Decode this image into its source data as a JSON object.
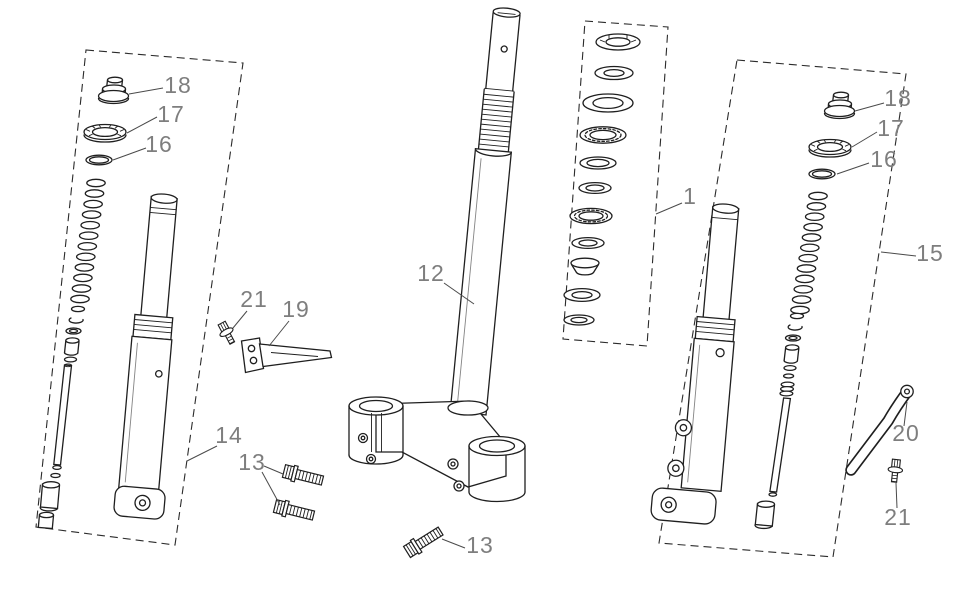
{
  "diagram": {
    "type": "exploded-parts-diagram",
    "colors": {
      "background": "#ffffff",
      "line": "#1f1f1f",
      "label": "#7e7e7e",
      "dash": "#2b2b2b"
    },
    "callouts": [
      {
        "id": "fork-cap-left",
        "label": "18"
      },
      {
        "id": "spring-seat-left",
        "label": "17"
      },
      {
        "id": "o-ring-left",
        "label": "16"
      },
      {
        "id": "steering-stem",
        "label": "12"
      },
      {
        "id": "bearing-kit",
        "label": "1"
      },
      {
        "id": "fork-assembly-left",
        "label": "14"
      },
      {
        "id": "cable-bracket",
        "label": "19"
      },
      {
        "id": "small-bolt-left",
        "label": "21"
      },
      {
        "id": "clamp-bolts-left",
        "label": "13"
      },
      {
        "id": "clamp-bolt-bottom",
        "label": "13"
      },
      {
        "id": "fork-cap-right",
        "label": "18"
      },
      {
        "id": "spring-seat-right",
        "label": "17"
      },
      {
        "id": "o-ring-right",
        "label": "16"
      },
      {
        "id": "fork-assembly-right",
        "label": "15"
      },
      {
        "id": "stay-lever",
        "label": "20"
      },
      {
        "id": "small-bolt-right",
        "label": "21"
      }
    ]
  }
}
